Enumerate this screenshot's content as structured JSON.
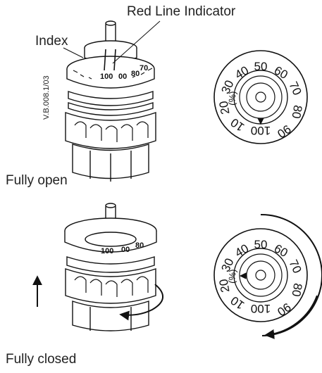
{
  "labels": {
    "red_line_indicator": "Red Line Indicator",
    "index": "Index",
    "code": "V.B.008.1/03",
    "fully_open": "Fully open",
    "fully_closed": "Fully closed"
  },
  "dial": {
    "unit": "(%)",
    "marks": [
      "10",
      "20",
      "30",
      "40",
      "50",
      "60",
      "70",
      "80",
      "90",
      "100"
    ]
  },
  "side_dial": {
    "marks": [
      "100",
      "00",
      "80",
      "70"
    ]
  },
  "colors": {
    "line": "#111111",
    "background": "#ffffff"
  }
}
